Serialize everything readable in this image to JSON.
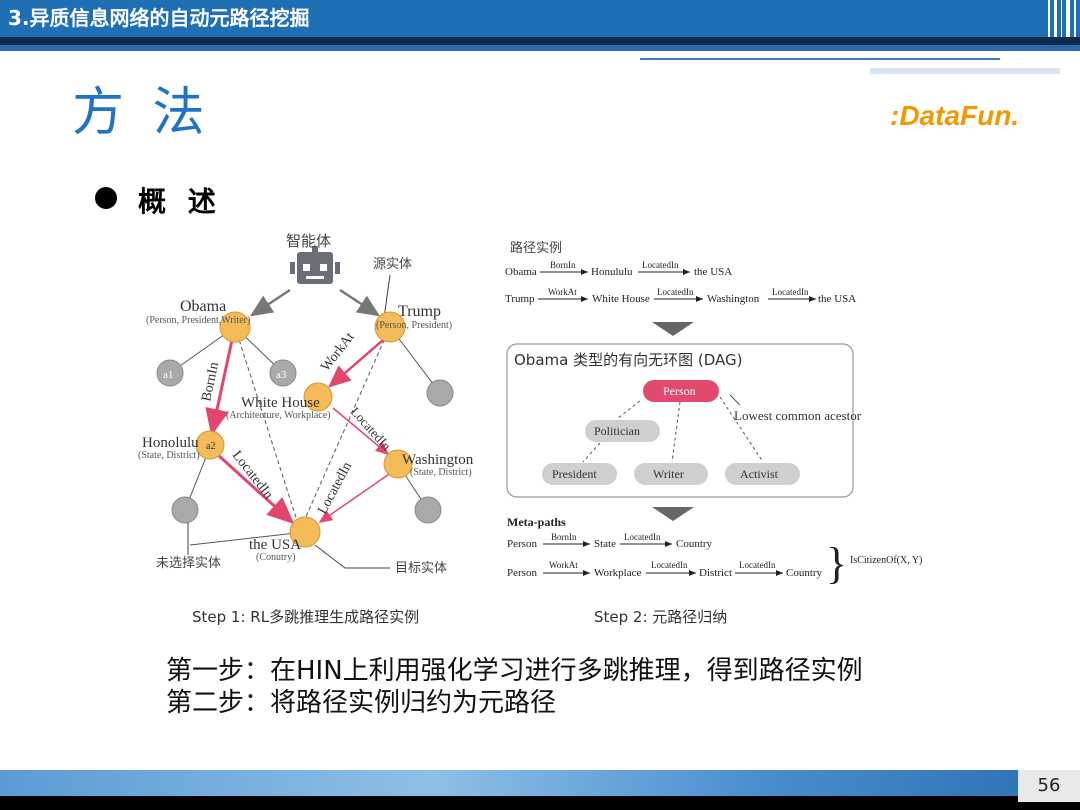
{
  "header": {
    "section_title": "3.异质信息网络的自动元路径挖掘"
  },
  "slide": {
    "heading": "方 法",
    "logo": ":DataFun.",
    "bullet": "概 述",
    "caption_line1": "第一步：在HIN上利用强化学习进行多跳推理，得到路径实例",
    "caption_line2": "第二步：将路径实例归约为元路径",
    "page_number": "56"
  },
  "left_graph": {
    "agent_label": "智能体",
    "source_label": "源实体",
    "unselected_label": "未选择实体",
    "target_label": "目标实体",
    "step_label": "Step 1: RL多跳推理生成路径实例",
    "nodes": {
      "obama": {
        "name": "Obama",
        "types": "(Person, President,Writer)"
      },
      "trump": {
        "name": "Trump",
        "types": "(Person, President)"
      },
      "whitehouse": {
        "name": "White House",
        "types": "(Architecture, Workplace)"
      },
      "honolulu": {
        "name": "Honolulu",
        "types": "(State, District)"
      },
      "washington": {
        "name": "Washington",
        "types": "(State, District)"
      },
      "usa": {
        "name": "the USA",
        "types": "(Conutry)"
      },
      "a1": {
        "name": "a1"
      },
      "a2": {
        "name": "a2"
      },
      "a3": {
        "name": "a3"
      }
    },
    "edges": {
      "bornin": "BornIn",
      "workat": "WorkAt",
      "locatedin1": "LocatedIn",
      "locatedin2": "LocatedIn",
      "locatedin3": "LocatedIn"
    }
  },
  "right_panel": {
    "path_instances_title": "路径实例",
    "path1": {
      "n1": "Obama",
      "r1": "BornIn",
      "n2": "Honululu",
      "r2": "LocatedIn",
      "n3": "the USA"
    },
    "path2": {
      "n1": "Trump",
      "r1": "WorkAt",
      "n2": "White House",
      "r2": "LocatedIn",
      "n3": "Washington",
      "r3": "LocatedIn",
      "n4": "the USA"
    },
    "dag_title": "Obama 类型的有向无环图 (DAG)",
    "dag": {
      "person": "Person",
      "politician": "Politician",
      "president": "President",
      "writer": "Writer",
      "activist": "Activist",
      "lca": "Lowest common acestor"
    },
    "metapaths_title": "Meta-paths",
    "mp1": {
      "n1": "Person",
      "r1": "BornIn",
      "n2": "State",
      "r2": "LocatedIn",
      "n3": "Country"
    },
    "mp2": {
      "n1": "Person",
      "r1": "WorkAt",
      "n2": "Workplace",
      "r2": "LocatedIn",
      "n3": "District",
      "r3": "LocatedIn",
      "n4": "Country"
    },
    "result": "IsCitizenOf(X, Y)",
    "step_label": "Step 2: 元路径归纳"
  }
}
